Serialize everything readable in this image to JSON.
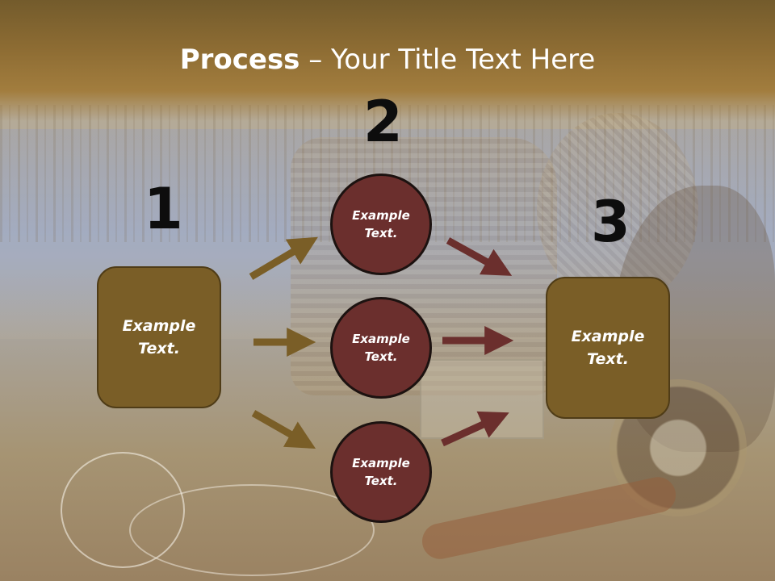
{
  "title": {
    "bold": "Process",
    "rest": " – Your Title Text Here"
  },
  "steps": {
    "one": "1",
    "two": "2",
    "three": "3"
  },
  "left_box": {
    "line1": "Example",
    "line2": "Text."
  },
  "right_box": {
    "line1": "Example",
    "line2": "Text."
  },
  "circles": [
    {
      "line1": "Example",
      "line2": "Text."
    },
    {
      "line1": "Example",
      "line2": "Text."
    },
    {
      "line1": "Example",
      "line2": "Text."
    }
  ],
  "colors": {
    "box": "#7a5e27",
    "circle": "#6b2f2d",
    "arrow_left": "#7a5e27",
    "arrow_right": "#6b2f2d"
  }
}
